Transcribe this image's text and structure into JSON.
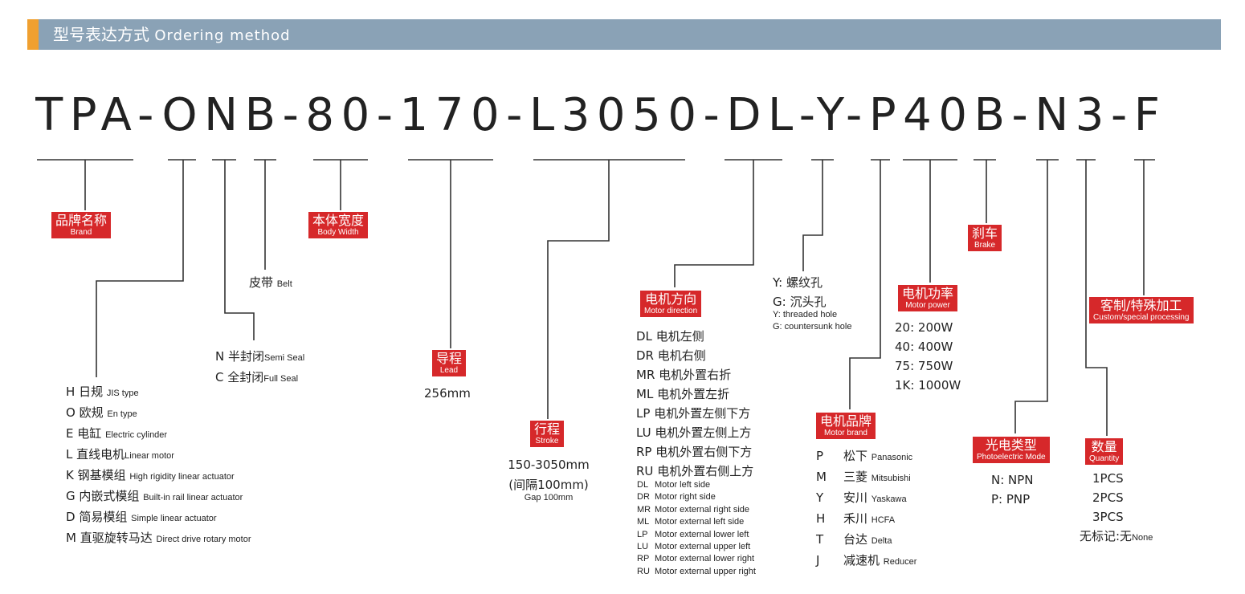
{
  "header": {
    "title_zh": "型号表达方式",
    "title_en": "Ordering method",
    "bar_color": "#8aa2b6",
    "accent_color": "#f0a030"
  },
  "model_code": {
    "text": "TPA-ONB-80-170-L3050-DL-Y-P40B-N3-F"
  },
  "label_color": "#d6282a",
  "sections": {
    "brand": {
      "zh": "品牌名称",
      "en": "Brand"
    },
    "body_width": {
      "zh": "本体宽度",
      "en": "Body Width"
    },
    "belt": {
      "zh": "皮带",
      "en": "Belt"
    },
    "seal": {
      "items": [
        {
          "code": "N",
          "zh": "半封闭",
          "en": "Semi Seal"
        },
        {
          "code": "C",
          "zh": "全封闭",
          "en": "Full Seal"
        }
      ]
    },
    "type": {
      "items": [
        {
          "code": "H",
          "zh": "日规",
          "en": "JIS type"
        },
        {
          "code": "O",
          "zh": "欧规",
          "en": "En type"
        },
        {
          "code": "E",
          "zh": "电缸",
          "en": "Electric cylinder"
        },
        {
          "code": "L",
          "zh": "直线电机",
          "en": "Linear motor"
        },
        {
          "code": "K",
          "zh": "钢基模组",
          "en": "High rigidity linear actuator"
        },
        {
          "code": "G",
          "zh": "内嵌式模组",
          "en": "Built-in rail linear actuator"
        },
        {
          "code": "D",
          "zh": "简易模组",
          "en": "Simple linear actuator"
        },
        {
          "code": "M",
          "zh": "直驱旋转马达",
          "en": "Direct drive rotary motor"
        }
      ]
    },
    "lead": {
      "zh": "导程",
      "en": "Lead",
      "value": "256mm"
    },
    "stroke": {
      "zh": "行程",
      "en": "Stroke",
      "range": "150-3050mm",
      "gap_zh": "(间隔100mm)",
      "gap_en": "Gap 100mm"
    },
    "motor_direction": {
      "zh": "电机方向",
      "en": "Motor direction",
      "items": [
        {
          "code": "DL",
          "zh": "电机左侧"
        },
        {
          "code": "DR",
          "zh": "电机右侧"
        },
        {
          "code": "MR",
          "zh": "电机外置右折"
        },
        {
          "code": "ML",
          "zh": "电机外置左折"
        },
        {
          "code": "LP",
          "zh": "电机外置左侧下方"
        },
        {
          "code": "LU",
          "zh": "电机外置左侧上方"
        },
        {
          "code": "RP",
          "zh": "电机外置右侧下方"
        },
        {
          "code": "RU",
          "zh": "电机外置右侧上方"
        }
      ],
      "en_items": [
        {
          "code": "DL",
          "en": "Motor left side"
        },
        {
          "code": "DR",
          "en": "Motor right  side"
        },
        {
          "code": "MR",
          "en": "Motor external right side"
        },
        {
          "code": "ML",
          "en": "Motor external left side"
        },
        {
          "code": "LP",
          "en": "Motor external lower left"
        },
        {
          "code": "LU",
          "en": "Motor external upper left"
        },
        {
          "code": "RP",
          "en": "Motor external lower right"
        },
        {
          "code": "RU",
          "en": "Motor external upper right"
        }
      ]
    },
    "hole": {
      "line1": "Y: 螺纹孔",
      "line2": "G: 沉头孔",
      "en1": "Y: threaded hole",
      "en2": "G: countersunk hole"
    },
    "motor_brand": {
      "zh": "电机品牌",
      "en": "Motor brand",
      "items": [
        {
          "code": "P",
          "zh": "松下",
          "en": "Panasonic"
        },
        {
          "code": "M",
          "zh": "三菱",
          "en": "Mitsubishi"
        },
        {
          "code": "Y",
          "zh": "安川",
          "en": "Yaskawa"
        },
        {
          "code": "H",
          "zh": "禾川",
          "en": "HCFA"
        },
        {
          "code": "T",
          "zh": "台达",
          "en": "Delta"
        },
        {
          "code": "J",
          "zh": "减速机",
          "en": "Reducer"
        }
      ]
    },
    "motor_power": {
      "zh": "电机功率",
      "en": "Motor power",
      "items": [
        "20: 200W",
        "40: 400W",
        "75: 750W",
        "1K: 1000W"
      ]
    },
    "brake": {
      "zh": "刹车",
      "en": "Brake"
    },
    "photoelectric": {
      "zh": "光电类型",
      "en": "Photoelectric Mode",
      "items": [
        "N: NPN",
        "P: PNP"
      ]
    },
    "quantity": {
      "zh": "数量",
      "en": "Quantity",
      "items": [
        "1PCS",
        "2PCS",
        "3PCS"
      ],
      "none_zh": "无标记:无",
      "none_en": "None"
    },
    "custom": {
      "zh": "客制/特殊加工",
      "en": "Custom/special processing"
    }
  }
}
